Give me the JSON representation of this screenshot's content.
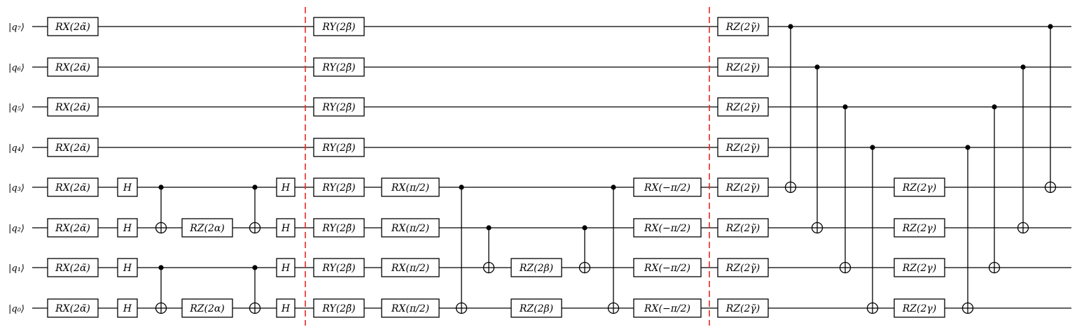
{
  "diagram": {
    "qubits": [
      {
        "id": "q7",
        "label": "|q₇⟩"
      },
      {
        "id": "q6",
        "label": "|q₆⟩"
      },
      {
        "id": "q5",
        "label": "|q₅⟩"
      },
      {
        "id": "q4",
        "label": "|q₄⟩"
      },
      {
        "id": "q3",
        "label": "|q₃⟩"
      },
      {
        "id": "q2",
        "label": "|q₂⟩"
      },
      {
        "id": "q1",
        "label": "|q₁⟩"
      },
      {
        "id": "q0",
        "label": "|q₀⟩"
      }
    ],
    "gates": [
      {
        "name": "rx-alpha-tilde",
        "label": "RX(2α̃)",
        "qubits": [
          "q7",
          "q6",
          "q5",
          "q4",
          "q3",
          "q2",
          "q1",
          "q0"
        ]
      },
      {
        "name": "hadamard",
        "label": "H",
        "qubits": [
          "q3",
          "q2",
          "q1",
          "q0"
        ]
      },
      {
        "name": "cnot",
        "control": "q3",
        "target": "q2"
      },
      {
        "name": "cnot",
        "control": "q1",
        "target": "q0"
      },
      {
        "name": "rz-alpha",
        "label": "RZ(2α)",
        "qubits": [
          "q2",
          "q0"
        ]
      },
      {
        "name": "cnot",
        "control": "q3",
        "target": "q2"
      },
      {
        "name": "cnot",
        "control": "q1",
        "target": "q0"
      },
      {
        "name": "hadamard",
        "label": "H",
        "qubits": [
          "q3",
          "q2",
          "q1",
          "q0"
        ]
      },
      {
        "name": "barrier"
      },
      {
        "name": "ry-beta-tilde",
        "label": "RY(2β̃)",
        "qubits": [
          "q7",
          "q6",
          "q5",
          "q4",
          "q3",
          "q2",
          "q1",
          "q0"
        ]
      },
      {
        "name": "rx-pi-half",
        "label": "RX(π/2)",
        "qubits": [
          "q3",
          "q2",
          "q1",
          "q0"
        ]
      },
      {
        "name": "cnot",
        "control": "q3",
        "target": "q0"
      },
      {
        "name": "cnot",
        "control": "q2",
        "target": "q1"
      },
      {
        "name": "rz-beta",
        "label": "RZ(2β)",
        "qubits": [
          "q1",
          "q0"
        ]
      },
      {
        "name": "cnot",
        "control": "q2",
        "target": "q1"
      },
      {
        "name": "cnot",
        "control": "q3",
        "target": "q0"
      },
      {
        "name": "rx-minus-pi-half",
        "label": "RX(−π/2)",
        "qubits": [
          "q3",
          "q2",
          "q1",
          "q0"
        ]
      },
      {
        "name": "barrier"
      },
      {
        "name": "rz-gamma-tilde",
        "label": "RZ(2γ̃)",
        "qubits": [
          "q7",
          "q6",
          "q5",
          "q4",
          "q3",
          "q2",
          "q1",
          "q0"
        ]
      },
      {
        "name": "cnot",
        "control": "q7",
        "target": "q3"
      },
      {
        "name": "cnot",
        "control": "q6",
        "target": "q2"
      },
      {
        "name": "cnot",
        "control": "q5",
        "target": "q1"
      },
      {
        "name": "cnot",
        "control": "q4",
        "target": "q0"
      },
      {
        "name": "rz-gamma",
        "label": "RZ(2γ)",
        "qubits": [
          "q3",
          "q2",
          "q1",
          "q0"
        ]
      },
      {
        "name": "cnot",
        "control": "q4",
        "target": "q0"
      },
      {
        "name": "cnot",
        "control": "q5",
        "target": "q1"
      },
      {
        "name": "cnot",
        "control": "q6",
        "target": "q2"
      },
      {
        "name": "cnot",
        "control": "q7",
        "target": "q3"
      }
    ]
  },
  "colors": {
    "wire": "#000000",
    "barrier": "#e8261f",
    "background": "#ffffff"
  }
}
